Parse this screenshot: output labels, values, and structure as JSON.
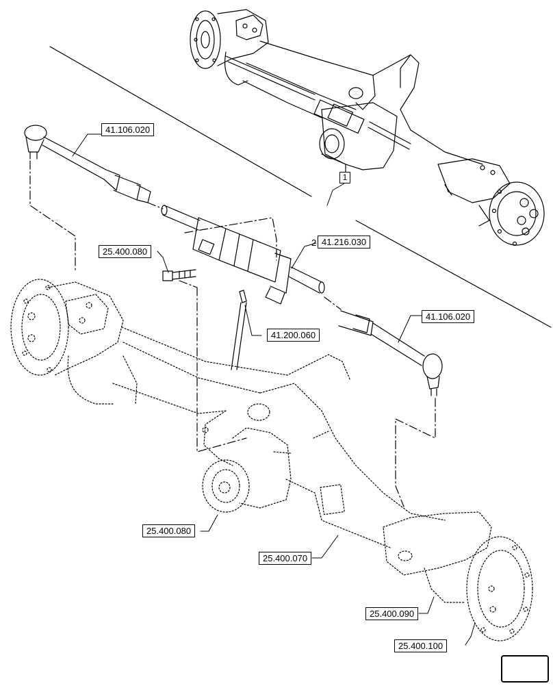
{
  "callouts": {
    "tie_rod_left": "41.106.020",
    "tie_rod_right": "41.106.020",
    "bolt": "25.400.080",
    "cylinder": "41.216.030",
    "hose": "41.200.060",
    "axle_center_housing": "25.400.080",
    "axle_housing": "25.400.070",
    "hub": "25.400.090",
    "final_drive": "25.400.100"
  },
  "items": {
    "cylinder_item_no": "2",
    "overview_item_no": "1"
  },
  "icons": {
    "navigation": "next-page-arrow-icon"
  }
}
